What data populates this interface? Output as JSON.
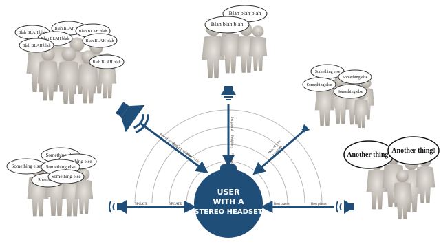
{
  "center": {
    "line1": "USER",
    "line2": "WITH A",
    "line3": "STEREO HEADSET"
  },
  "path_labels": {
    "top_outer": "Peripheral",
    "top_mid": "Periphery",
    "top_inner": "Focused",
    "left_horizontal_outer": "SPGATE",
    "left_horizontal_inner": "SPGATE",
    "diag_left_a": "Part of speaker",
    "diag_left_b": "Blah BLAH blah",
    "diag_left_c": "Inner circle",
    "diag_right_a": "Best of your",
    "diag_right_b": "Attention",
    "right_horizontal_outer": "Best places",
    "right_horizontal_inner": "Best places"
  },
  "bubbles": {
    "top_left": [
      "Blah BLAH blah",
      "Blah BLAH blah",
      "Blah BLAH blah",
      "Blah BLAH blah",
      "Blah BLAH blah",
      "Blah BLAH blah",
      "Blah BLAH blah"
    ],
    "top_center": [
      "Blah blah blah",
      "Blah blah blah"
    ],
    "right_upper": [
      "Something else",
      "Something else",
      "Something else",
      "Something else"
    ],
    "left_lower": [
      "Something else",
      "Something else",
      "Something else",
      "Something else",
      "Something",
      "Something else"
    ],
    "right_lower": [
      "Another thing!",
      "Another thing!"
    ]
  },
  "colors": {
    "accent": "#1f4e79",
    "figure": "#c8c2b8",
    "ring": "#b8b8b8"
  }
}
